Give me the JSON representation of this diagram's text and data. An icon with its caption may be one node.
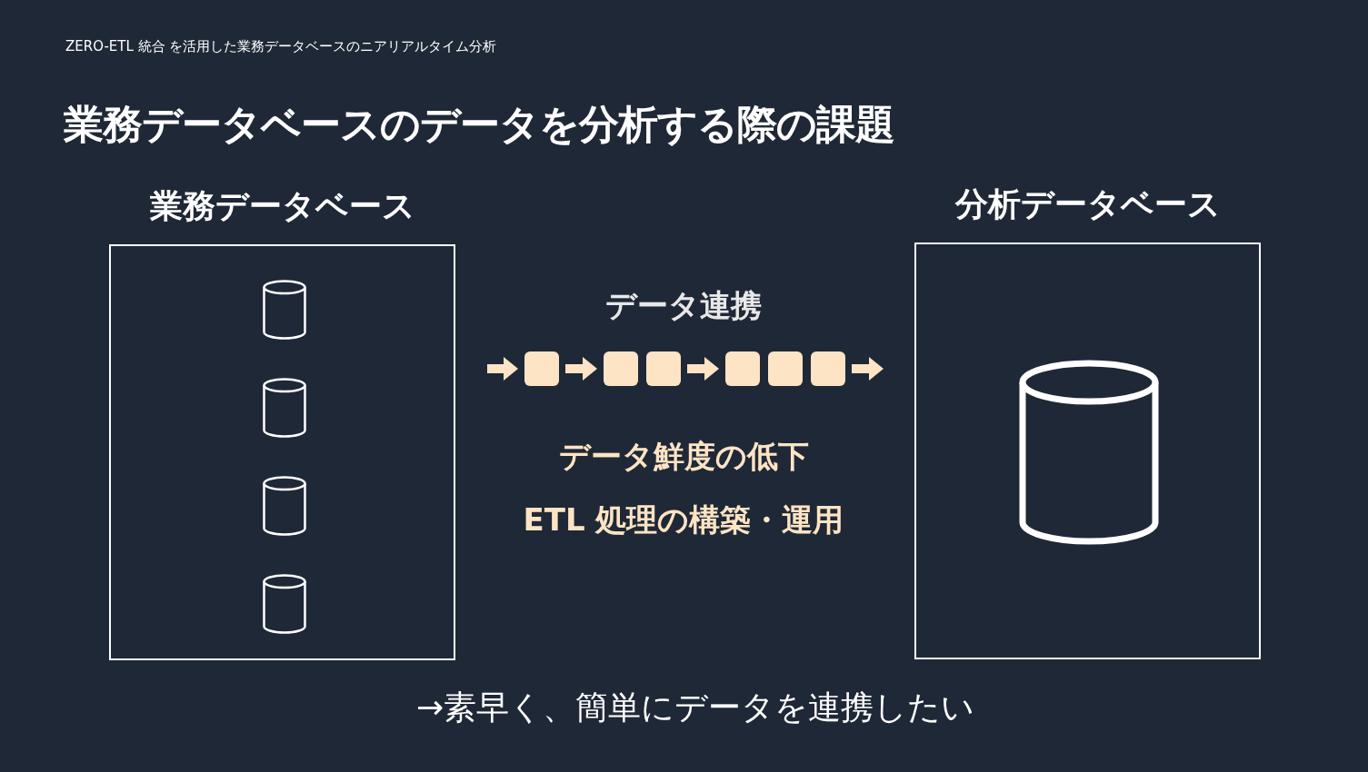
{
  "diagram": {
    "title": "業務データベースのデータを分析する際の課題",
    "nodes": [
      {
        "text": [
          "業務データベース"
        ]
      },
      {
        "text": [],
        "shape": "cylinder",
        "in": 0
      },
      {
        "text": [],
        "shape": "cylinder",
        "in": 0
      },
      {
        "text": [],
        "shape": "cylinder",
        "in": 0
      },
      {
        "text": [],
        "shape": "cylinder",
        "in": 0
      },
      {
        "text": [
          "分析データベース"
        ]
      },
      {
        "text": [],
        "shape": "cylinder",
        "in": 5
      },
      {
        "text": [],
        "shape": "box"
      },
      {
        "text": [],
        "shape": "box"
      },
      {
        "text": [],
        "shape": "box"
      },
      {
        "text": [],
        "shape": "box"
      },
      {
        "text": [],
        "shape": "box"
      },
      {
        "text": [],
        "shape": "box"
      }
    ],
    "edges": [
      {
        "from": null,
        "to": 7,
        "arrow": "to"
      },
      {
        "from": 7,
        "to": 8,
        "arrow": "to"
      },
      {
        "from": 9,
        "to": 10,
        "arrow": "to"
      },
      {
        "from": 12,
        "to": 5,
        "arrow": "to"
      }
    ],
    "labels": [
      "ZERO-ETL 統合 を活用した業務データベースのニアリアルタイム分析",
      "データ連携",
      "データ鮮度の低下",
      "ETL 処理の構築・運用",
      "→素早く、簡単にデータを連携したい"
    ]
  }
}
